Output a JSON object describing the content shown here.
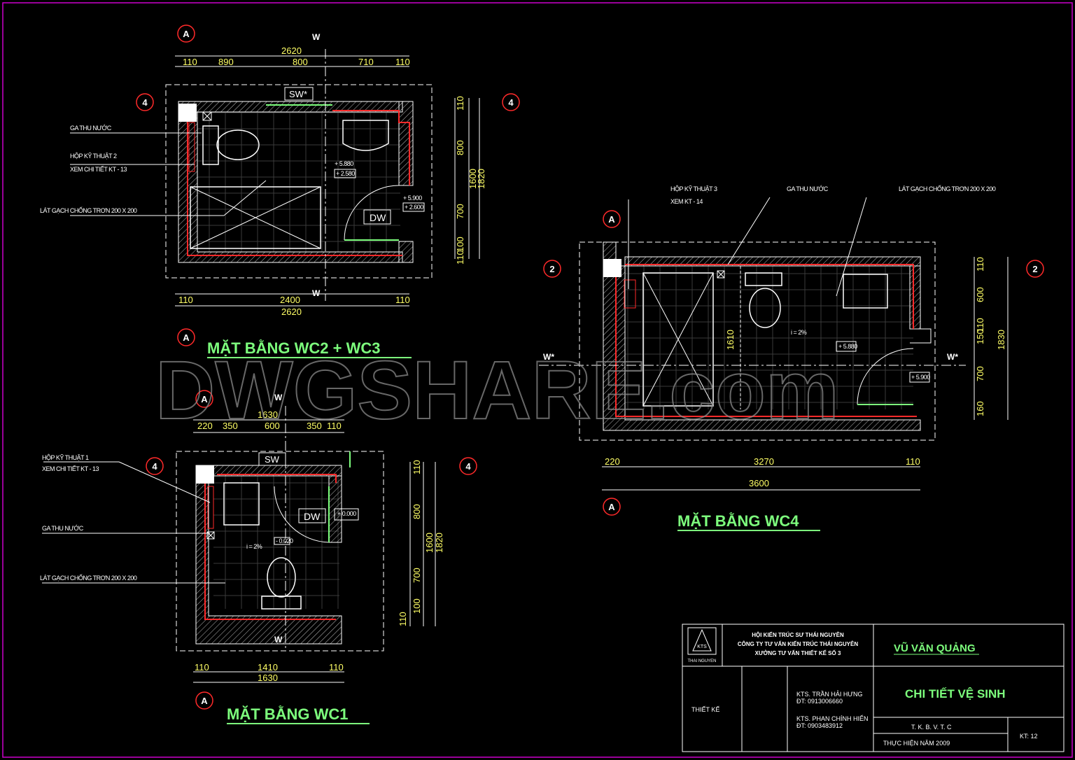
{
  "colors": {
    "background": "#000000",
    "wall": "#ff2a2a",
    "dim": "#ffff66",
    "title": "#7dff7d",
    "frame": "#cc00cc",
    "line": "#ffffff"
  },
  "grid_labels": {
    "a": "A",
    "four": "4",
    "two": "2"
  },
  "wc23": {
    "title": "MẶT BẰNG WC2 + WC3",
    "dims_top": [
      "110",
      "890",
      "800",
      "710",
      "110"
    ],
    "dim_top_total": "2620",
    "dims_bottom": [
      "110",
      "2400",
      "110"
    ],
    "dim_bottom_total": "2620",
    "dims_right": [
      "110",
      "800",
      "700",
      "100",
      "110"
    ],
    "dim_right_sub": "1600",
    "dim_right_total": "1820",
    "tag_sw": "SW*",
    "tag_dw": "DW",
    "tag_w": "W",
    "labels": [
      "GA THU NƯỚC",
      "HỘP KỸ THUẬT 2",
      "XEM CHI TIẾT KT - 13",
      "LÁT GẠCH CHỐNG TRƠN 200 X 200"
    ],
    "levels": [
      "+ 5.880",
      "+ 2.580",
      "+ 5.900",
      "+ 2.600"
    ]
  },
  "wc1": {
    "title": "MẶT BẰNG WC1",
    "dims_top": [
      "220",
      "350",
      "600",
      "350",
      "110"
    ],
    "dim_top_total": "1630",
    "dims_bottom": [
      "110",
      "1410",
      "110"
    ],
    "dim_bottom_total": "1630",
    "dims_right": [
      "110",
      "800",
      "700",
      "100",
      "110"
    ],
    "dim_right_sub": "1600",
    "dim_right_total": "1820",
    "tag_sw": "SW",
    "tag_dw": "DW",
    "tag_w": "W",
    "labels": [
      "HỘP KỸ THUẬT 1",
      "XEM CHI TIẾT KT - 13",
      "GA THU NƯỚC",
      "LÁT GẠCH CHỐNG TRƠN 200 X 200"
    ],
    "levels": [
      "+ 0.000",
      "- 0.020"
    ],
    "slope": "i = 2%"
  },
  "wc4": {
    "title": "MẶT BẰNG WC4",
    "dims_bottom": [
      "220",
      "3270",
      "110"
    ],
    "dim_bottom_total": "3600",
    "dims_right": [
      "110",
      "600",
      "110",
      "150",
      "700",
      "160"
    ],
    "dim_right_total": "1830",
    "dim_inner": "1610",
    "tag_w": "W*",
    "labels": [
      "HỘP KỸ THUẬT 3",
      "XEM KT - 14",
      "GA THU NƯỚC",
      "LÁT GẠCH CHỐNG TRƠN 200 X 200"
    ],
    "levels": [
      "+ 5.880",
      "+ 5.900"
    ],
    "slope": "i = 2%"
  },
  "watermark": "DWGSHARE.com",
  "title_block": {
    "org_line1": "HỘI KIẾN TRÚC SƯ THÁI NGUYÊN",
    "org_line2": "CÔNG TY TƯ VẤN KIẾN TRÚC THÁI NGUYÊN",
    "org_line3": "XƯỞNG TƯ VẤN THIẾT KẾ SỐ 3",
    "logo_text": "THAI NGUYEN",
    "logo_abbr": "KTS",
    "person": "VŨ VĂN QUẢNG",
    "role": "THIẾT KẾ",
    "staff1_name": "KTS. TRẦN HẢI HƯNG",
    "staff1_phone": "ĐT: 0913006660",
    "staff2_name": "KTS. PHAN CHÍNH HIỂN",
    "staff2_phone": "ĐT: 0903483912",
    "drawing_title": "CHI TIẾT VỆ SINH",
    "phase": "T. K. B. V. T. C",
    "year": "THỰC HIỆN NĂM 2009",
    "sheet": "KT: 12"
  }
}
